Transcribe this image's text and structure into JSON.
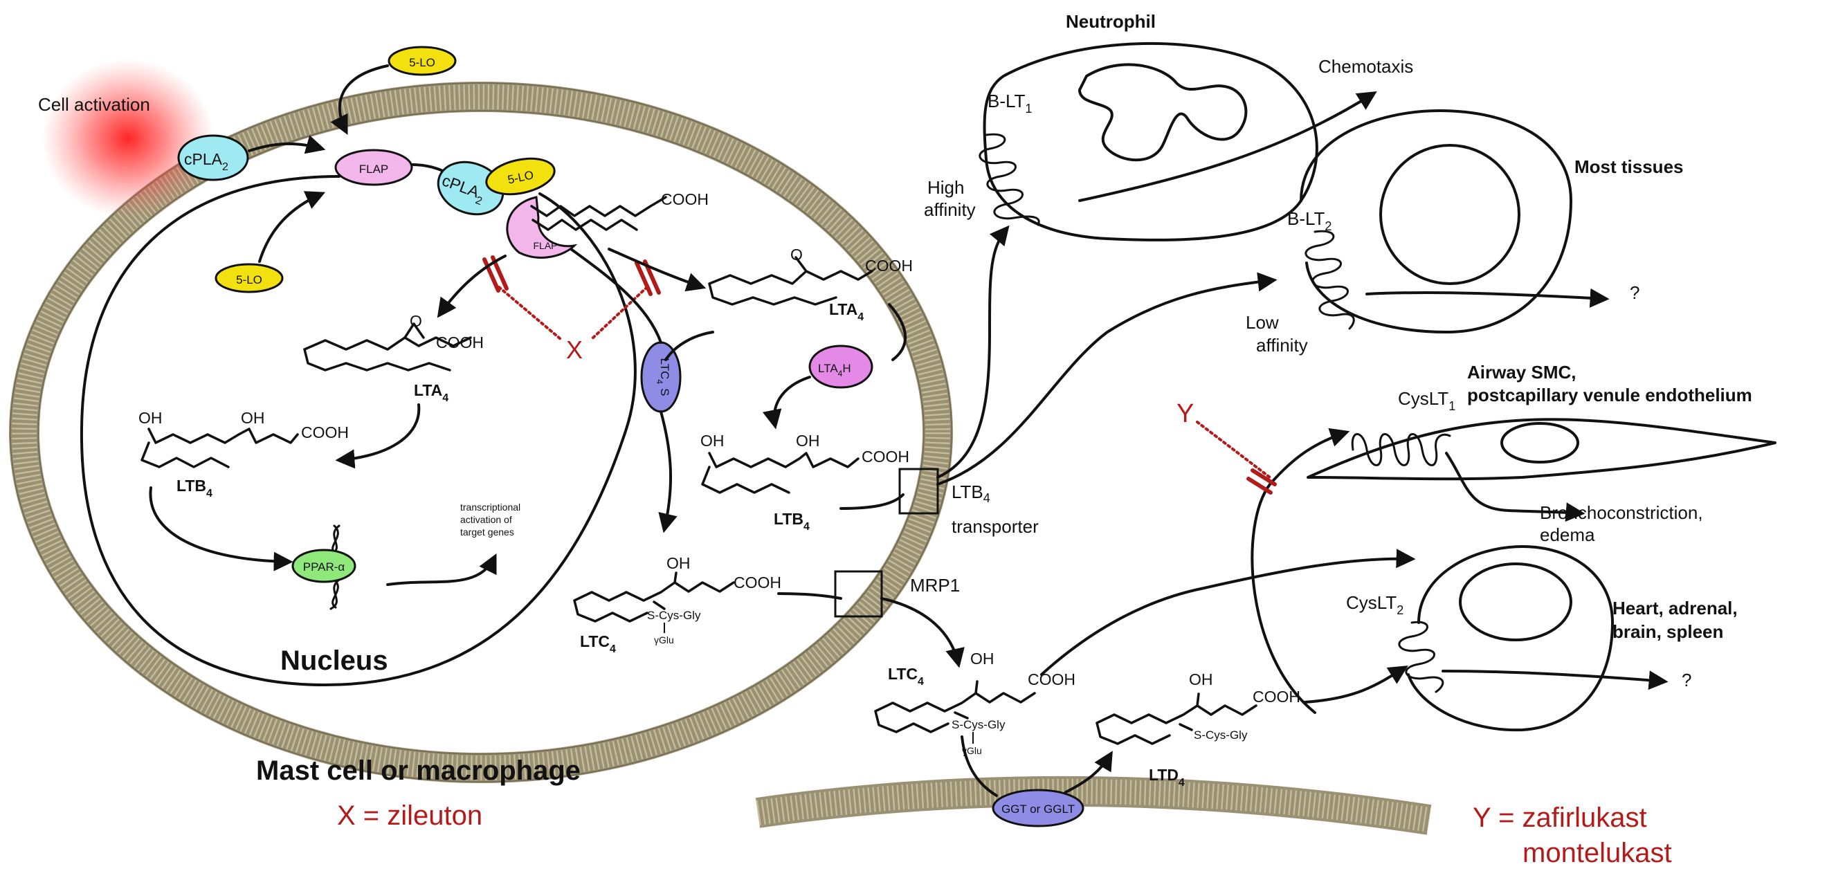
{
  "labels": {
    "cell_activation": "Cell activation",
    "five_lo": "5-LO",
    "cpla2": "cPLA",
    "cpla2_sub": "2",
    "flap": "FLAP",
    "cooh": "COOH",
    "oh": "OH",
    "o": "O",
    "lta4": "LTA",
    "ltb4": "LTB",
    "ltc4": "LTC",
    "ltd4": "LTD",
    "sub4": "4",
    "lta4h": "LTA",
    "lta4h_h": "H",
    "ltc4s": "LTC",
    "ltc4s_s": "S",
    "ppar": "PPAR-α",
    "transcriptional_1": "transcriptional",
    "transcriptional_2": "activation of",
    "transcriptional_3": "target genes",
    "nucleus": "Nucleus",
    "mast_cell": "Mast cell or macrophage",
    "x_zileuton": "X = zileuton",
    "x": "X",
    "y": "Y",
    "y_line1": "Y = zafirlukast",
    "y_line2": "montelukast",
    "s_cys_gly": "S-Cys-Gly",
    "gamma_glu": "γGlu",
    "ltb4_transporter_1": "LTB",
    "ltb4_transporter_2": "transporter",
    "mrp1": "MRP1",
    "ggt": "GGT or GGLT",
    "neutrophil": "Neutrophil",
    "chemotaxis": "Chemotaxis",
    "blt1": "B-LT",
    "blt1_sub": "1",
    "blt2": "B-LT",
    "blt2_sub": "2",
    "high_affinity_1": "High",
    "high_affinity_2": "affinity",
    "low_affinity_1": "Low",
    "low_affinity_2": "affinity",
    "most_tissues": "Most tissues",
    "question": "?",
    "cyslt1": "CysLT",
    "cyslt1_sub": "1",
    "cyslt2": "CysLT",
    "cyslt2_sub": "2",
    "airway_1": "Airway SMC,",
    "airway_2": "postcapillary venule endothelium",
    "broncho_1": "Bronchoconstriction,",
    "broncho_2": "edema",
    "heart_1": "Heart, adrenal,",
    "heart_2": "brain, spleen"
  },
  "colors": {
    "five_lo": "#f2e10e",
    "cpla2": "#9fe9f3",
    "flap": "#f3b6ea",
    "lta4h": "#e48ae6",
    "ltc4s": "#8f8ce6",
    "ppar": "#8fe87a",
    "ggt": "#8f8ce6",
    "membrane": "#b9b08e",
    "inhibitor": "#b31b1b",
    "activation_glow": "#ff2020"
  }
}
